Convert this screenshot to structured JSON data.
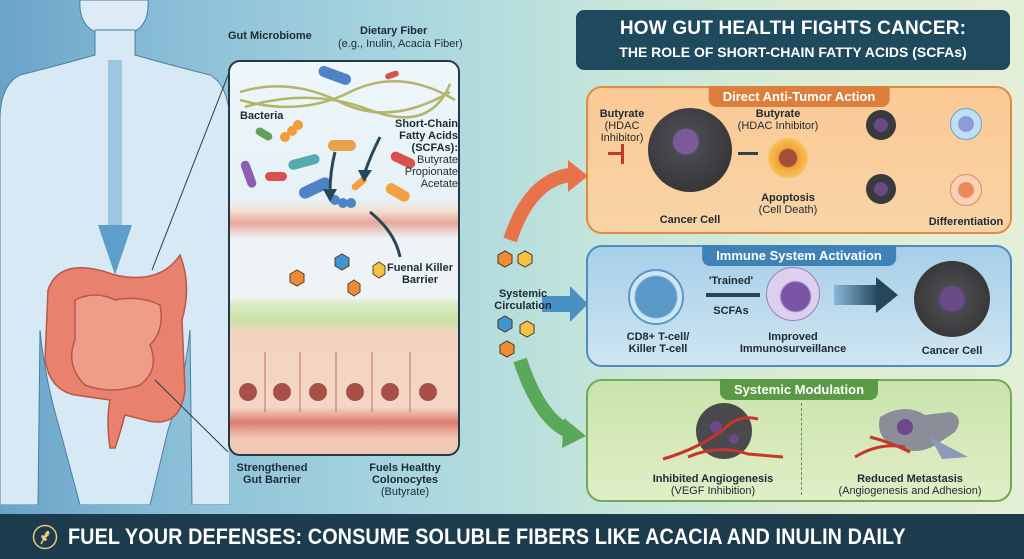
{
  "title": {
    "line1": "HOW GUT HEALTH FIGHTS CANCER:",
    "line2": "THE ROLE OF SHORT-CHAIN FATTY ACIDS (SCFAs)"
  },
  "microbiome_panel": {
    "gut_microbiome": "Gut Microbiome",
    "dietary_fiber": "Dietary Fiber",
    "dietary_fiber_examples": "(e.g., Inulin, Acacia Fiber)",
    "bacteria": "Bacteria",
    "scfa_heading": [
      "Short-Chain",
      "Fatty Acids",
      "(SCFAs):"
    ],
    "scfa_types": [
      "Butyrate",
      "Propionate",
      "Acetate"
    ],
    "barrier_label": [
      "Fuenal Killer",
      "Barrier"
    ],
    "strengthened": [
      "Strengthened",
      "Gut Barrier"
    ],
    "fuels": [
      "Fuels Healthy",
      "Colonocytes"
    ],
    "fuels_note": "(Butyrate)"
  },
  "circulation": {
    "label": [
      "Systemic",
      "Circulation"
    ]
  },
  "panels": {
    "tumor": {
      "title": "Direct Anti-Tumor Action",
      "color": "#dc7f3c",
      "butyrate_left": "Butyrate",
      "butyrate_left_note": [
        "(HDAC",
        "Inhibitor)"
      ],
      "butyrate_right": "Butyrate",
      "butyrate_right_note": "(HDAC Inhibitor)",
      "cancer_cell": "Cancer Cell",
      "apoptosis": "Apoptosis",
      "apoptosis_note": "(Cell Death)",
      "differentiation": "Differentiation"
    },
    "immune": {
      "title": "Immune System Activation",
      "color": "#3f82b8",
      "trained": "'Trained'",
      "scfas": "SCFAs",
      "tcell": [
        "CD8+ T-cell/",
        "Killer T-cell"
      ],
      "improved": [
        "Improved",
        "Immunosurveillance"
      ],
      "cancer_cell": "Cancer Cell"
    },
    "systemic": {
      "title": "Systemic Modulation",
      "color": "#5a9a45",
      "angio": "Inhibited Angiogenesis",
      "angio_note": "(VEGF Inhibition)",
      "metastasis": "Reduced Metastasis",
      "metastasis_note": "(Angiogenesis and Adhesion)"
    }
  },
  "footer": {
    "text": "FUEL YOUR DEFENSES: CONSUME SOLUBLE FIBERS LIKE ACACIA AND INULIN DAILY"
  }
}
